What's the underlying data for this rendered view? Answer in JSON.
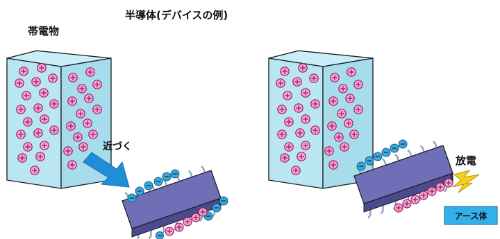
{
  "labels": {
    "semiconductor": "半導体(デバイスの例)",
    "charged_body": "帯電物",
    "approach": "近づく",
    "discharge": "放電",
    "earth_body": "アース体"
  },
  "colors": {
    "block_face": "#b9e6f2",
    "block_side": "#a7dcec",
    "block_top": "#c9eef7",
    "outline": "#1b1b1b",
    "plus_fill": "#f3a6cf",
    "plus_stroke": "#9a1b64",
    "minus_fill": "#3aa8dc",
    "chip_top": "#6f6fb8",
    "chip_side": "#4a4a8c",
    "arrow": "#1f8ed6",
    "spark": "#f6d21a",
    "earth_box": "#34b0e8"
  },
  "icons": {
    "positive_charge": "plus-circle-icon",
    "negative_charge": "minus-circle-icon",
    "spark": "lightning-icon"
  }
}
